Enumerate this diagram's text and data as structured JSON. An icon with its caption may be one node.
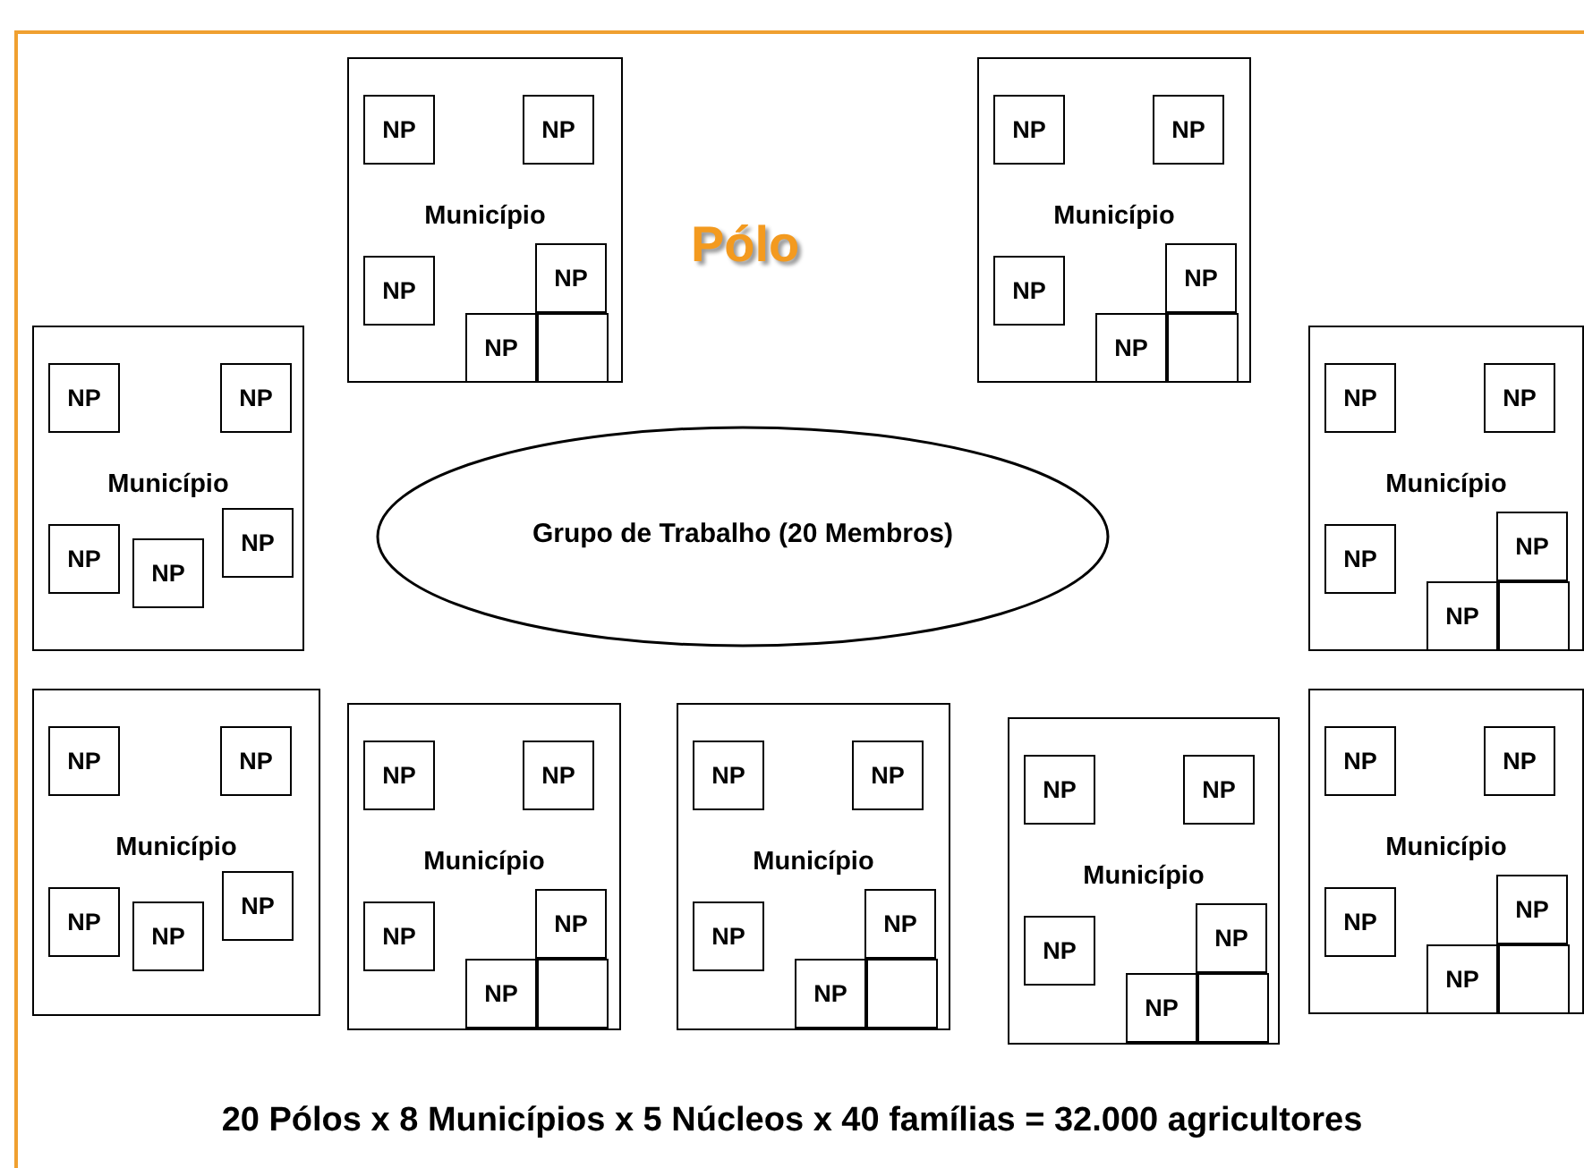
{
  "diagram": {
    "nodes": [
      {
        "text": [
          "Pólo"
        ]
      },
      {
        "text": [
          "Município"
        ],
        "in": 0
      },
      {
        "text": [
          "NP"
        ],
        "in": 1
      },
      {
        "text": [
          "NP"
        ],
        "in": 1
      },
      {
        "text": [
          "NP"
        ],
        "in": 1
      },
      {
        "text": [
          "NP"
        ],
        "in": 1
      },
      {
        "text": [
          "NP"
        ],
        "in": 1
      },
      {
        "text": [],
        "shape": "box",
        "in": 1
      },
      {
        "text": [
          "Município"
        ],
        "in": 0
      },
      {
        "text": [
          "NP"
        ],
        "in": 8
      },
      {
        "text": [
          "NP"
        ],
        "in": 8
      },
      {
        "text": [
          "NP"
        ],
        "in": 8
      },
      {
        "text": [
          "NP"
        ],
        "in": 8
      },
      {
        "text": [
          "NP"
        ],
        "in": 8
      },
      {
        "text": [],
        "shape": "box",
        "in": 8
      },
      {
        "text": [
          "Município"
        ],
        "in": 0
      },
      {
        "text": [
          "NP"
        ],
        "in": 15
      },
      {
        "text": [
          "NP"
        ],
        "in": 15
      },
      {
        "text": [
          "NP"
        ],
        "in": 15
      },
      {
        "text": [
          "NP"
        ],
        "in": 15
      },
      {
        "text": [
          "NP"
        ],
        "in": 15
      },
      {
        "text": [
          "Grupo de Trabalho (20 Membros)"
        ],
        "in": 0
      },
      {
        "text": [
          "Município"
        ],
        "in": 0
      },
      {
        "text": [
          "NP"
        ],
        "in": 22
      },
      {
        "text": [
          "NP"
        ],
        "in": 22
      },
      {
        "text": [
          "NP"
        ],
        "in": 22
      },
      {
        "text": [
          "NP"
        ],
        "in": 22
      },
      {
        "text": [
          "NP"
        ],
        "in": 22
      },
      {
        "text": [],
        "shape": "box",
        "in": 22
      },
      {
        "text": [
          "Município"
        ],
        "in": 0
      },
      {
        "text": [
          "NP"
        ],
        "in": 29
      },
      {
        "text": [
          "NP"
        ],
        "in": 29
      },
      {
        "text": [
          "NP"
        ],
        "in": 29
      },
      {
        "text": [
          "NP"
        ],
        "in": 29
      },
      {
        "text": [
          "NP"
        ],
        "in": 29
      },
      {
        "text": [
          "Município"
        ],
        "in": 0
      },
      {
        "text": [
          "NP"
        ],
        "in": 35
      },
      {
        "text": [
          "NP"
        ],
        "in": 35
      },
      {
        "text": [
          "NP"
        ],
        "in": 35
      },
      {
        "text": [
          "NP"
        ],
        "in": 35
      },
      {
        "text": [
          "NP"
        ],
        "in": 35
      },
      {
        "text": [],
        "shape": "box",
        "in": 35
      },
      {
        "text": [
          "Município"
        ],
        "in": 0
      },
      {
        "text": [
          "NP"
        ],
        "in": 42
      },
      {
        "text": [
          "NP"
        ],
        "in": 42
      },
      {
        "text": [
          "NP"
        ],
        "in": 42
      },
      {
        "text": [
          "NP"
        ],
        "in": 42
      },
      {
        "text": [
          "NP"
        ],
        "in": 42
      },
      {
        "text": [],
        "shape": "box",
        "in": 42
      },
      {
        "text": [
          "Município"
        ],
        "in": 0
      },
      {
        "text": [
          "NP"
        ],
        "in": 49
      },
      {
        "text": [
          "NP"
        ],
        "in": 49
      },
      {
        "text": [
          "NP"
        ],
        "in": 49
      },
      {
        "text": [
          "NP"
        ],
        "in": 49
      },
      {
        "text": [
          "NP"
        ],
        "in": 49
      },
      {
        "text": [],
        "shape": "box",
        "in": 49
      },
      {
        "text": [
          "Município"
        ],
        "in": 0
      },
      {
        "text": [
          "NP"
        ],
        "in": 56
      },
      {
        "text": [
          "NP"
        ],
        "in": 56
      },
      {
        "text": [
          "NP"
        ],
        "in": 56
      },
      {
        "text": [
          "NP"
        ],
        "in": 56
      },
      {
        "text": [
          "NP"
        ],
        "in": 56
      },
      {
        "text": [],
        "shape": "box",
        "in": 56
      }
    ],
    "edges": [],
    "labels": [
      "20 Pólos x 8 Municípios x 5 Núcleos x 40 famílias = 32.000 agricultores"
    ]
  }
}
